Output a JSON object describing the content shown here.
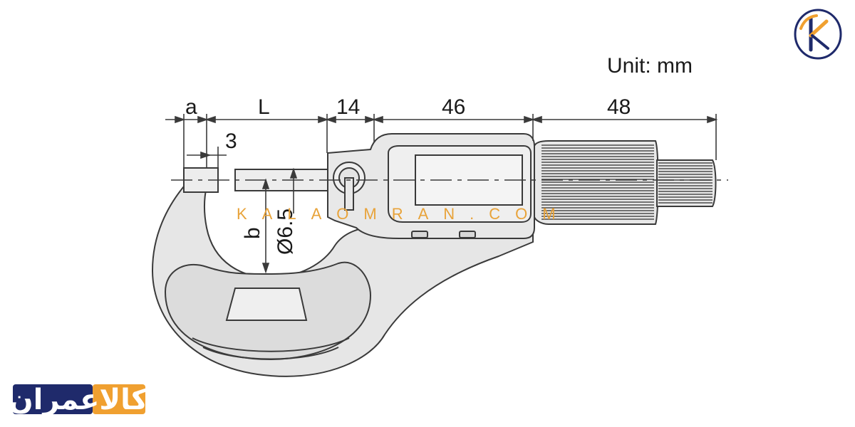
{
  "unit_label": "Unit: mm",
  "dimensions": {
    "a": "a",
    "L": "L",
    "d14": "14",
    "d46": "46",
    "d48": "48",
    "d3": "3",
    "b": "b",
    "dia": "Ø6.5"
  },
  "watermark": "KALAOMRAN.COM",
  "brand": {
    "text_fa": "کالاعمران",
    "colors": {
      "navy": "#1f2a6b",
      "orange": "#f0a030"
    }
  },
  "colors": {
    "body_fill": "#e6e6e6",
    "stroke": "#3a3a3a",
    "watermark": "#e8a33a"
  }
}
